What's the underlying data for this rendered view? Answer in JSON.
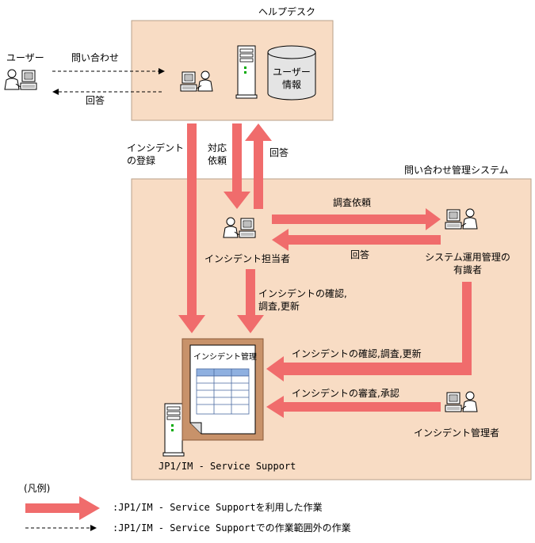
{
  "helpdesk": {
    "title": "ヘルプデスク",
    "db_label_line1": "ユーザー",
    "db_label_line2": "情報"
  },
  "user": {
    "label": "ユーザー",
    "inquiry": "問い合わせ",
    "reply": "回答"
  },
  "flows": {
    "register_line1": "インシデント",
    "register_line2": "の登録",
    "request_line1": "対応",
    "request_line2": "依頼",
    "reply": "回答"
  },
  "system": {
    "title": "問い合わせ管理システム",
    "investigation_request": "調査依頼",
    "reply": "回答",
    "incident_owner": "インシデント担当者",
    "expert_line1": "システム運用管理の",
    "expert_line2": "有識者",
    "owner_action_line1": "インシデントの確認,",
    "owner_action_line2": "調査,更新",
    "expert_action": "インシデントの確認,調査,更新",
    "manager_action": "インシデントの審査,承認",
    "incident_manager": "インシデント管理者",
    "doc_title": "インシデント管理",
    "server_label": "JP1/IM - Service Support"
  },
  "legend": {
    "title": "(凡例)",
    "solid_desc": ":JP1/IM - Service Supportを利用した作業",
    "dashed_desc": ":JP1/IM - Service Supportでの作業範囲外の作業"
  },
  "colors": {
    "panel": "#f8dcc4",
    "arrow": "#f06c6c",
    "document": "#c8926a"
  }
}
